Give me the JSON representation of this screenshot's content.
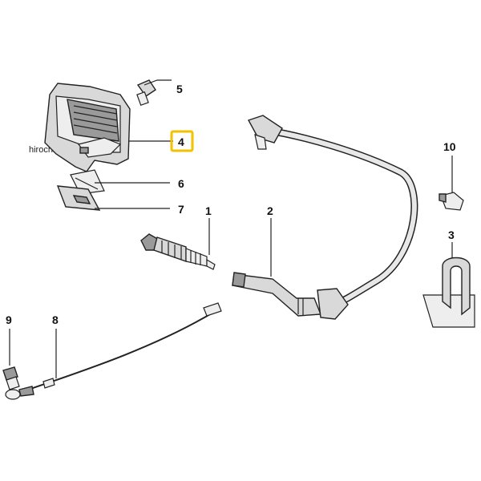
{
  "watermark": "hirochi",
  "callouts": [
    {
      "id": "1",
      "label": "1"
    },
    {
      "id": "2",
      "label": "2"
    },
    {
      "id": "3",
      "label": "3"
    },
    {
      "id": "4",
      "label": "4"
    },
    {
      "id": "5",
      "label": "5"
    },
    {
      "id": "6",
      "label": "6"
    },
    {
      "id": "7",
      "label": "7"
    },
    {
      "id": "8",
      "label": "8"
    },
    {
      "id": "9",
      "label": "9"
    },
    {
      "id": "10",
      "label": "10"
    }
  ],
  "highlighted": "4",
  "highlight_color": "#f2c200"
}
